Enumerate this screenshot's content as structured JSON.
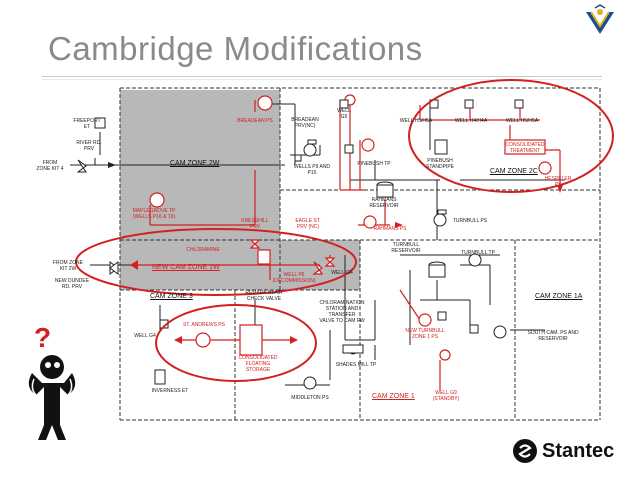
{
  "title": "Cambridge Modifications",
  "brand": {
    "name": "Stantec",
    "color": "#111111"
  },
  "colors": {
    "red": "#d32020",
    "zone_fill": "#b8b8b8",
    "line": "#222222",
    "title": "#8a8a8a"
  },
  "zones": {
    "cam_2w": "CAM ZONE 2W",
    "cam_2c": "CAM ZONE 2C",
    "new_1w": "NEW CAM ZONE 1W",
    "cam_3": "CAM ZONE 3",
    "cam_1a": "CAM ZONE 1A",
    "cam_1": "CAM ZONE 1"
  },
  "labels": {
    "freeport": "FREEPORT\nET",
    "river_rd": "RIVER RD.\nPRV",
    "from_kit4": "FROM\nZONE KIT 4",
    "breadean_ps": "BREADEAN PS",
    "breadean_prv": "BREADEAN\nPRV(NC)",
    "well_g5": "WELL\nG5",
    "wells_h5": "WELL H5/H5A",
    "wells_h4": "WELL H4/H4A",
    "wells_h5a": "WELL H5/H5A",
    "wells_p9": "WELLS P9 AND\nP15",
    "pinebush_tp": "PINEBUSH TP",
    "pinebush_standpipe": "PINEBUSH\nSTANDPIPE",
    "consolidated_treatment": "CONSOLIDATED\nTREATMENT",
    "hespeler_ps": "HESPELER\nPS",
    "rahmans_reservoir": "RAHMANS\nRESERVOIR",
    "rahmans_ps": "RAHMANS PS",
    "turnbull_ps": "TURNBULL PS",
    "mapledrove_tp": "MAPLEGROVE TP\n(WELLS P16 & 19)",
    "kressmill": "KRESSHILL\nPRV",
    "eagle_st": "EAGLE ST.\nPRV (NC)",
    "chloramine": "CHLORAMINE",
    "from_zone_2w": "FROM ZONE\nKIT 2W",
    "new_dundee": "NEW DUNDEE\nRD. PRV",
    "well_p6": "WELL P6\n(DECOMMISSION)",
    "well_g4a": "WELL G4",
    "turnbull_reservoir": "TURNBULL\nRESERVOIR",
    "turnbull_tp": "TURNBULL TP",
    "remark_blair": "REMARK BLAIR\nCHECK VALVE",
    "chloramination": "CHLORAMINATION\nSTATION AND TRANSFER\nVALVE TO CAM FW",
    "st_andrews": "ST. ANDREWS PS",
    "consolidated_storage": "CONSOLIDATED\nFLOATING\nSTORAGE",
    "new_turnbull": "NEW TURNBULL\nZONE 1 PS",
    "south_cam": "SOUTH CAM. PS AND\nRESERVOIR",
    "well_g4": "WELL G4",
    "shades_mill": "SHADES MILL TP",
    "inverness": "INVERNESS ET",
    "middleton": "MIDDLETON PS",
    "well_g9": "WELL G9\n(STANDBY)"
  },
  "icons": [
    "university-logo",
    "stantec-logo",
    "confused-figure-icon",
    "question-mark-icon"
  ]
}
